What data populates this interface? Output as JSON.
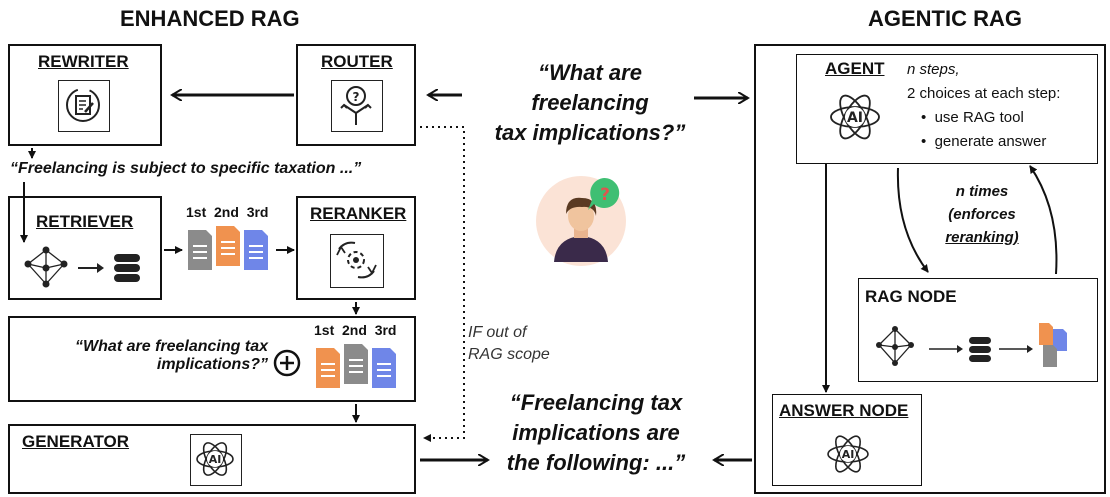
{
  "enhanced": {
    "title": "ENHANCED RAG",
    "rewriter": "REWRITER",
    "router": "ROUTER",
    "retriever": "RETRIEVER",
    "reranker": "RERANKER",
    "generator": "GENERATOR",
    "rewritten_query": "“Freelancing is subject to specific taxation ...”",
    "context_query_line1": "“What are freelancing tax",
    "context_query_line2": "implications?”",
    "rank_labels": [
      "1st",
      "2nd",
      "3rd"
    ],
    "out_of_scope_line1": "IF out of",
    "out_of_scope_line2": "RAG scope"
  },
  "center": {
    "question_line1": "“What are",
    "question_line2": "freelancing",
    "question_line3": "tax implications?”",
    "answer_line1": "“Freelancing tax",
    "answer_line2": "implications are",
    "answer_line3": "the following:  ...”",
    "user_glyph": "?"
  },
  "agentic": {
    "title": "AGENTIC RAG",
    "agent": "AGENT",
    "agent_desc_line1": "n steps,",
    "agent_desc_line2": "2 choices at each step:",
    "agent_choices": [
      "use RAG tool",
      "generate answer"
    ],
    "loop_line1": "n times",
    "loop_line2": "(enforces",
    "loop_line3": "reranking)",
    "rag_node": "RAG NODE",
    "answer_node": "ANSWER NODE"
  },
  "icons": {
    "ai_glyph": "AI"
  },
  "colors": {
    "doc_gray": "#8b8b8b",
    "doc_orange": "#f0924f",
    "doc_blue": "#6f86e8",
    "avatar_bg": "#fbe3d6",
    "bubble_green": "#3fbf73",
    "bubble_mark": "#e0544f"
  }
}
